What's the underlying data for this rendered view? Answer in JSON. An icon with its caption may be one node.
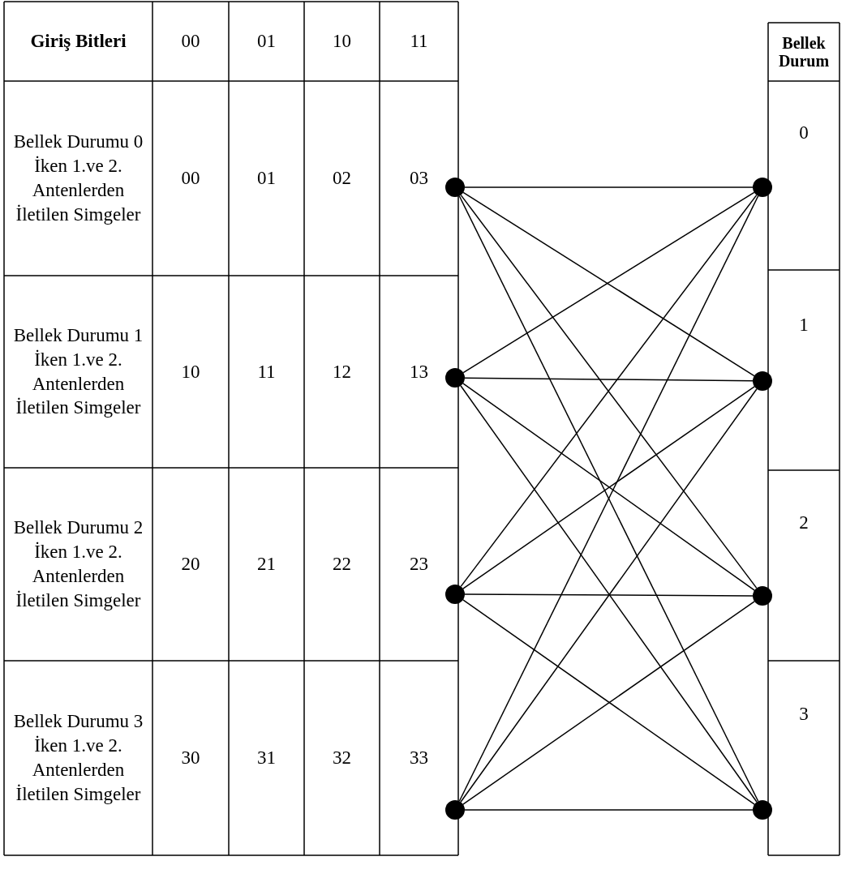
{
  "diagram": {
    "nodes": [
      {
        "text": [],
        "shape": "circle"
      },
      {
        "text": [],
        "shape": "circle"
      },
      {
        "text": [],
        "shape": "circle"
      },
      {
        "text": [],
        "shape": "circle"
      },
      {
        "text": [],
        "shape": "circle"
      },
      {
        "text": [],
        "shape": "circle"
      },
      {
        "text": [],
        "shape": "circle"
      },
      {
        "text": [],
        "shape": "circle"
      }
    ],
    "edges": [
      {
        "from": 0,
        "to": 4,
        "arrow": "none"
      },
      {
        "from": 0,
        "to": 5,
        "arrow": "none"
      },
      {
        "from": 0,
        "to": 6,
        "arrow": "none"
      },
      {
        "from": 0,
        "to": 7,
        "arrow": "none"
      },
      {
        "from": 1,
        "to": 4,
        "arrow": "none"
      },
      {
        "from": 1,
        "to": 5,
        "arrow": "none"
      },
      {
        "from": 1,
        "to": 6,
        "arrow": "none"
      },
      {
        "from": 1,
        "to": 7,
        "arrow": "none"
      },
      {
        "from": 2,
        "to": 4,
        "arrow": "none"
      },
      {
        "from": 2,
        "to": 5,
        "arrow": "none"
      },
      {
        "from": 2,
        "to": 6,
        "arrow": "none"
      },
      {
        "from": 2,
        "to": 7,
        "arrow": "none"
      },
      {
        "from": 3,
        "to": 4,
        "arrow": "none"
      },
      {
        "from": 3,
        "to": 5,
        "arrow": "none"
      },
      {
        "from": 3,
        "to": 6,
        "arrow": "none"
      },
      {
        "from": 3,
        "to": 7,
        "arrow": "none"
      }
    ],
    "labels": [
      "Giriş Bitleri",
      "00",
      "01",
      "10",
      "11",
      "Bellek Durumu 0 İken 1.ve 2. Antenlerden İletilen Simgeler",
      "00",
      "01",
      "02",
      "03",
      "Bellek Durumu 1 İken 1.ve 2. Antenlerden İletilen Simgeler",
      "10",
      "11",
      "12",
      "13",
      "Bellek Durumu 2 İken 1.ve 2. Antenlerden İletilen Simgeler",
      "20",
      "21",
      "22",
      "23",
      "Bellek Durumu 3 İken 1.ve 2. Antenlerden İletilen Simgeler",
      "30",
      "31",
      "32",
      "33",
      "Bellek Durum",
      "0",
      "1",
      "2",
      "3"
    ]
  }
}
